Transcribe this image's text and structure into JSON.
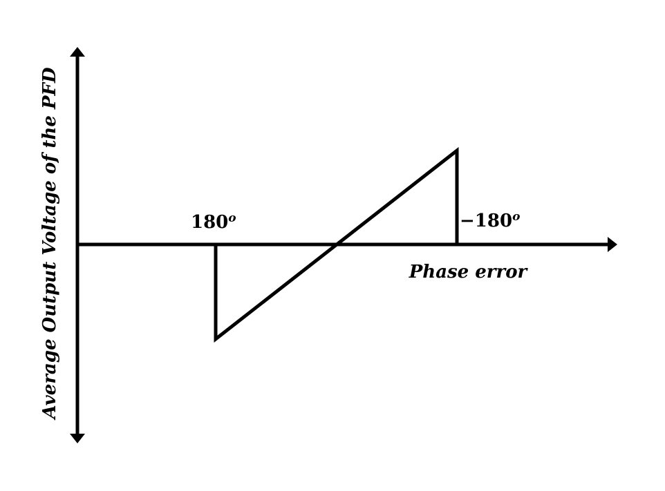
{
  "diagram": {
    "y_axis_label": "Average Output Voltage of the PFD",
    "x_axis_label": "Phase error",
    "left_marker": {
      "value": "180",
      "superscript": "o"
    },
    "right_marker": {
      "value": "−180",
      "superscript": "o"
    },
    "stroke_color": "#000000",
    "background_color": "#ffffff"
  }
}
